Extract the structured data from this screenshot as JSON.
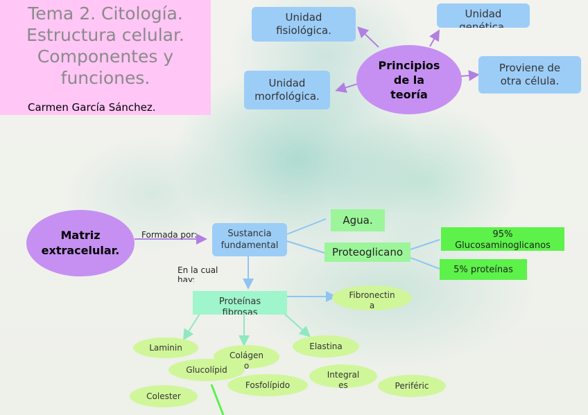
{
  "title": {
    "main": "Tema 2. Citología.\nEstructura celular.\nComponentes y\nfunciones.",
    "author": "Carmen García Sánchez."
  },
  "principios": {
    "center": "Principios\nde la\nteoría",
    "fisiologica": "Unidad\nfisiológica.",
    "genetica": "Unidad\ngenética.",
    "morfologica": "Unidad\nmorfológica.",
    "proviene": "Proviene de\notra célula."
  },
  "matriz": {
    "center": "Matriz\nextracelular.",
    "formada_label": "Formada por:",
    "sustancia": "Sustancia\nfundamental",
    "agua": "Agua.",
    "proteoglicano": "Proteoglicano",
    "glucosaminoglicanos": "95%\nGlucosaminoglicanos",
    "proteinas_pct": "5% proteínas",
    "en_la_cual": "En la cual\nhay:",
    "proteinas_fibrosas": "Proteínas\nfibrosas",
    "fibronectina": "Fibronectin\na",
    "laminin": "Laminin",
    "colagen": "Colágen\no",
    "elastina": "Elastina"
  },
  "membrana": {
    "glucolipid": "Glucolípid",
    "fosfolipido": "Fosfolípido",
    "integral": "Integral\nes",
    "periferic": "Periféric",
    "colester": "Colester"
  },
  "colors": {
    "title_bg": "#ffc6f6",
    "blue_box": "#9ccdf7",
    "purple_node": "#c690f2",
    "mint_box": "#9ff5cc",
    "green_box": "#9cf59a",
    "bright_green": "#5cf24a",
    "lime_ellipse": "#d0f69a",
    "arrow_purple": "#b080e0",
    "arrow_blue": "#8fc4f2",
    "arrow_mint": "#8ee8c0"
  }
}
